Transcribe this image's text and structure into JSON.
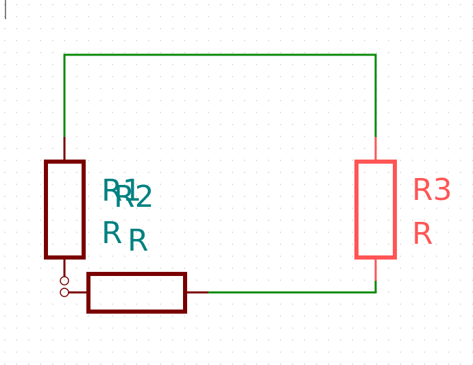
{
  "schematic": {
    "components": [
      {
        "id": "r1",
        "reference": "R1",
        "value": "R",
        "selected": false
      },
      {
        "id": "r2",
        "reference": "R2",
        "value": "R",
        "selected": false
      },
      {
        "id": "r3",
        "reference": "R3",
        "value": "R",
        "selected": true
      }
    ],
    "colors": {
      "background": "#ffffff",
      "grid_dot": "#c8c8c8",
      "wire": "#0a8a0a",
      "component": "#7a0000",
      "component_selected": "#ff5555",
      "reference_text": "#008080",
      "selected_text": "#ff5555",
      "pin_marker": "#7a0000"
    },
    "icons": {
      "unconnected_pin": "pin-circle-icon",
      "cursor": "text-cursor-icon"
    }
  }
}
